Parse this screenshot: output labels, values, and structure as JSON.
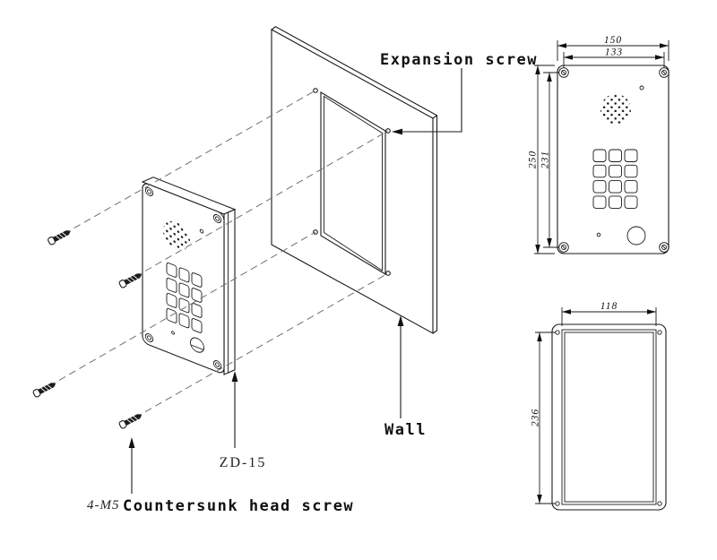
{
  "diagram": {
    "annotations": {
      "expansion_screw": "Expansion screw",
      "wall": "Wall",
      "model": "ZD-15",
      "screw_spec": "4-M5",
      "screw_name": "Countersunk head screw"
    },
    "front_view": {
      "width_outer": "150",
      "width_inner": "133",
      "height_outer": "250",
      "height_inner": "231"
    },
    "back_box": {
      "width": "118",
      "height": "236"
    },
    "colors": {
      "line": "#1a1a1a",
      "dashed_guide": "#6f6f6f",
      "background": "#ffffff"
    }
  }
}
